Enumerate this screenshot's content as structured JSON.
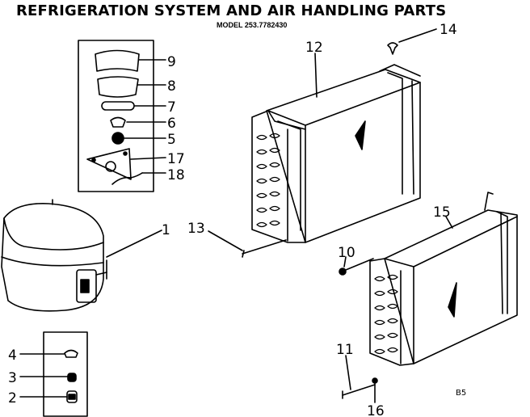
{
  "header": {
    "title": "REFRIGERATION SYSTEM AND AIR HANDLING PARTS",
    "model": "MODEL 253.7782430"
  },
  "callouts": {
    "c1": "1",
    "c2": "2",
    "c3": "3",
    "c4": "4",
    "c5": "5",
    "c6": "6",
    "c7": "7",
    "c8": "8",
    "c9": "9",
    "c10": "10",
    "c11": "11",
    "c12": "12",
    "c13": "13",
    "c14": "14",
    "c15": "15",
    "c16": "16",
    "c17": "17",
    "c18": "18"
  },
  "footer": {
    "code": "B5"
  }
}
